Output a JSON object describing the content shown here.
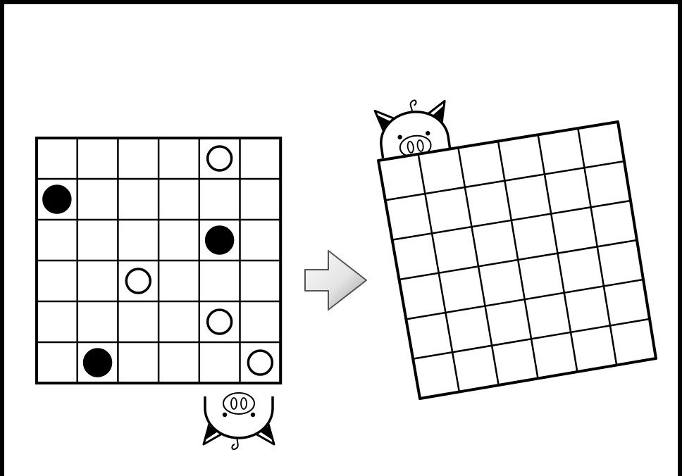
{
  "left_grid": {
    "rows": 6,
    "cols": 6,
    "pieces": [
      {
        "row": 0,
        "col": 4,
        "fill": "white"
      },
      {
        "row": 1,
        "col": 0,
        "fill": "black"
      },
      {
        "row": 2,
        "col": 4,
        "fill": "black"
      },
      {
        "row": 3,
        "col": 2,
        "fill": "white"
      },
      {
        "row": 4,
        "col": 4,
        "fill": "white"
      },
      {
        "row": 5,
        "col": 1,
        "fill": "black"
      },
      {
        "row": 5,
        "col": 5,
        "fill": "white"
      }
    ]
  },
  "right_grid": {
    "rows": 6,
    "cols": 6,
    "pieces": []
  },
  "arrow_icon": "right-arrow-icon",
  "pig_icon": "pig-face-icon",
  "colors": {
    "line": "#000000",
    "black_piece": "#000000",
    "white_piece": "#ffffff",
    "arrow_light": "#f4f4f4",
    "arrow_dark": "#a8a8a8"
  }
}
